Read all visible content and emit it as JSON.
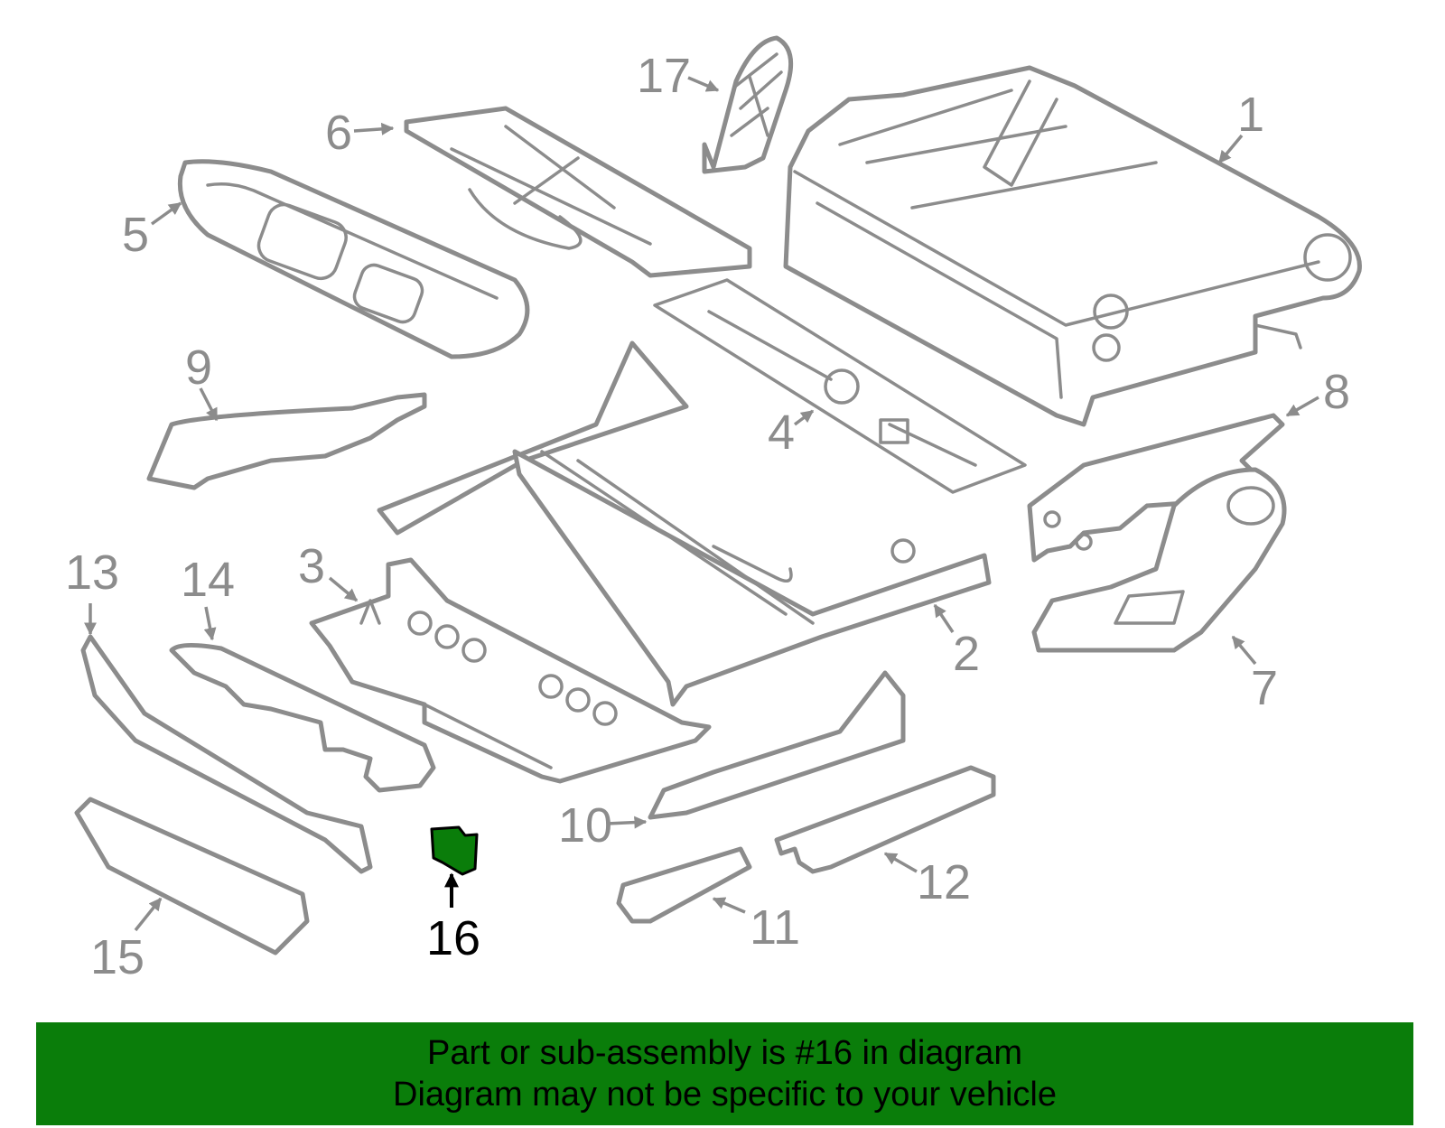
{
  "diagram": {
    "highlighted_part": "16",
    "highlight_color": "#0a7d0a",
    "line_color": "#8c8c8c",
    "callouts": [
      "1",
      "2",
      "3",
      "4",
      "5",
      "6",
      "7",
      "8",
      "9",
      "10",
      "11",
      "12",
      "13",
      "14",
      "15",
      "16",
      "17"
    ]
  },
  "banner": {
    "background": "#0a7d0a",
    "line1": "Part or sub-assembly is #16 in diagram",
    "line2": "Diagram may not be specific to your vehicle"
  }
}
